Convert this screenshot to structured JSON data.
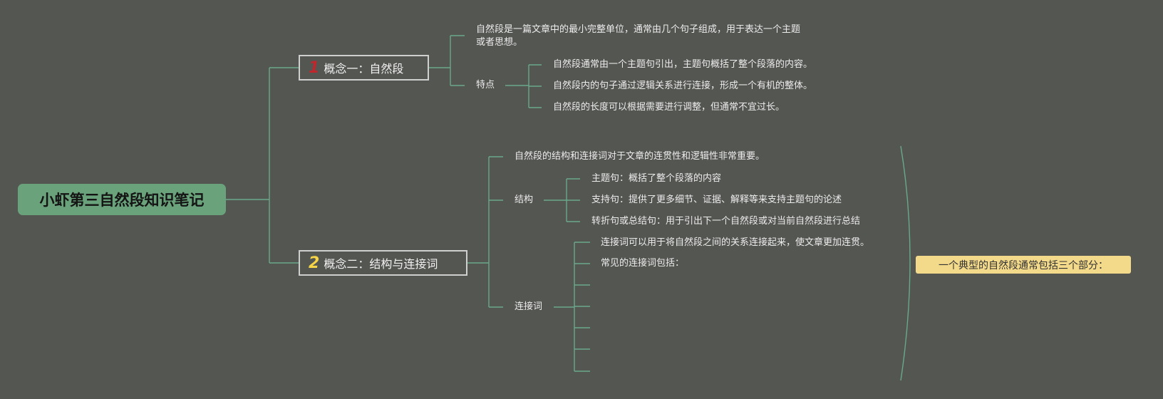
{
  "root": {
    "title": "小虾第三自然段知识笔记"
  },
  "concept1": {
    "number": "1",
    "label": "概念一：自然段",
    "number_color": "#c0272d",
    "definition_line1": "自然段是一篇文章中的最小完整单位，通常由几个句子组成，用于表达一个主题",
    "definition_line2": "或者思想。",
    "features": {
      "label": "特点",
      "items": [
        "自然段通常由一个主题句引出，主题句概括了整个段落的内容。",
        "自然段内的句子通过逻辑关系进行连接，形成一个有机的整体。",
        "自然段的长度可以根据需要进行调整，但通常不宜过长。"
      ]
    }
  },
  "concept2": {
    "number": "2",
    "label": "概念二：结构与连接词",
    "number_color": "#f5d547",
    "intro": "自然段的结构和连接词对于文章的连贯性和逻辑性非常重要。",
    "structure": {
      "label": "结构",
      "items": [
        "主题句：概括了整个段落的内容",
        "支持句：提供了更多细节、证据、解释等来支持主题句的论述",
        "转折句或总结句：用于引出下一个自然段或对当前自然段进行总结"
      ]
    },
    "connectives": {
      "label": "连接词",
      "items": [
        "连接词可以用于将自然段之间的关系连接起来，使文章更加连贯。",
        "常见的连接词包括：",
        "",
        "",
        "",
        "",
        ""
      ]
    }
  },
  "summary": {
    "text": "一个典型的自然段通常包括三个部分："
  },
  "colors": {
    "background": "#545652",
    "line": "#6aa88a",
    "root_fill": "#6aa37b",
    "summary_fill": "#f3d98a"
  }
}
